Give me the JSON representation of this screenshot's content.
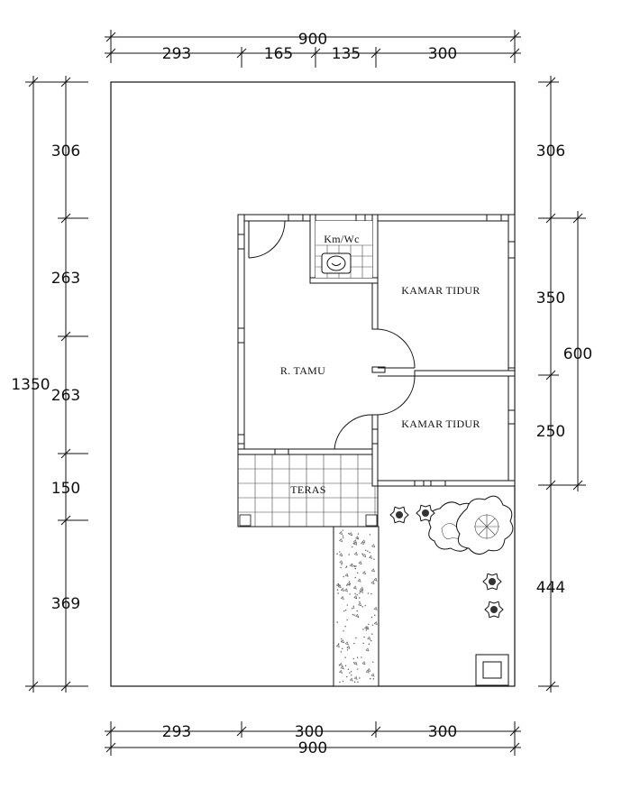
{
  "plan": {
    "overall_width_top": "900",
    "top_segments": [
      "293",
      "165",
      "135",
      "300"
    ],
    "overall_width_bottom": "900",
    "bottom_segments": [
      "293",
      "300",
      "300"
    ],
    "overall_depth_left": "1350",
    "left_segments": [
      "306",
      "263",
      "263",
      "150",
      "369"
    ],
    "right_segments": [
      "306",
      "350",
      "250",
      "444"
    ],
    "right_sub_total": "600"
  },
  "rooms": {
    "toilet": "Km/Wc",
    "bedroom_1": "KAMAR TIDUR",
    "bedroom_2": "KAMAR TIDUR",
    "living": "R. TAMU",
    "porch": "TERAS"
  }
}
